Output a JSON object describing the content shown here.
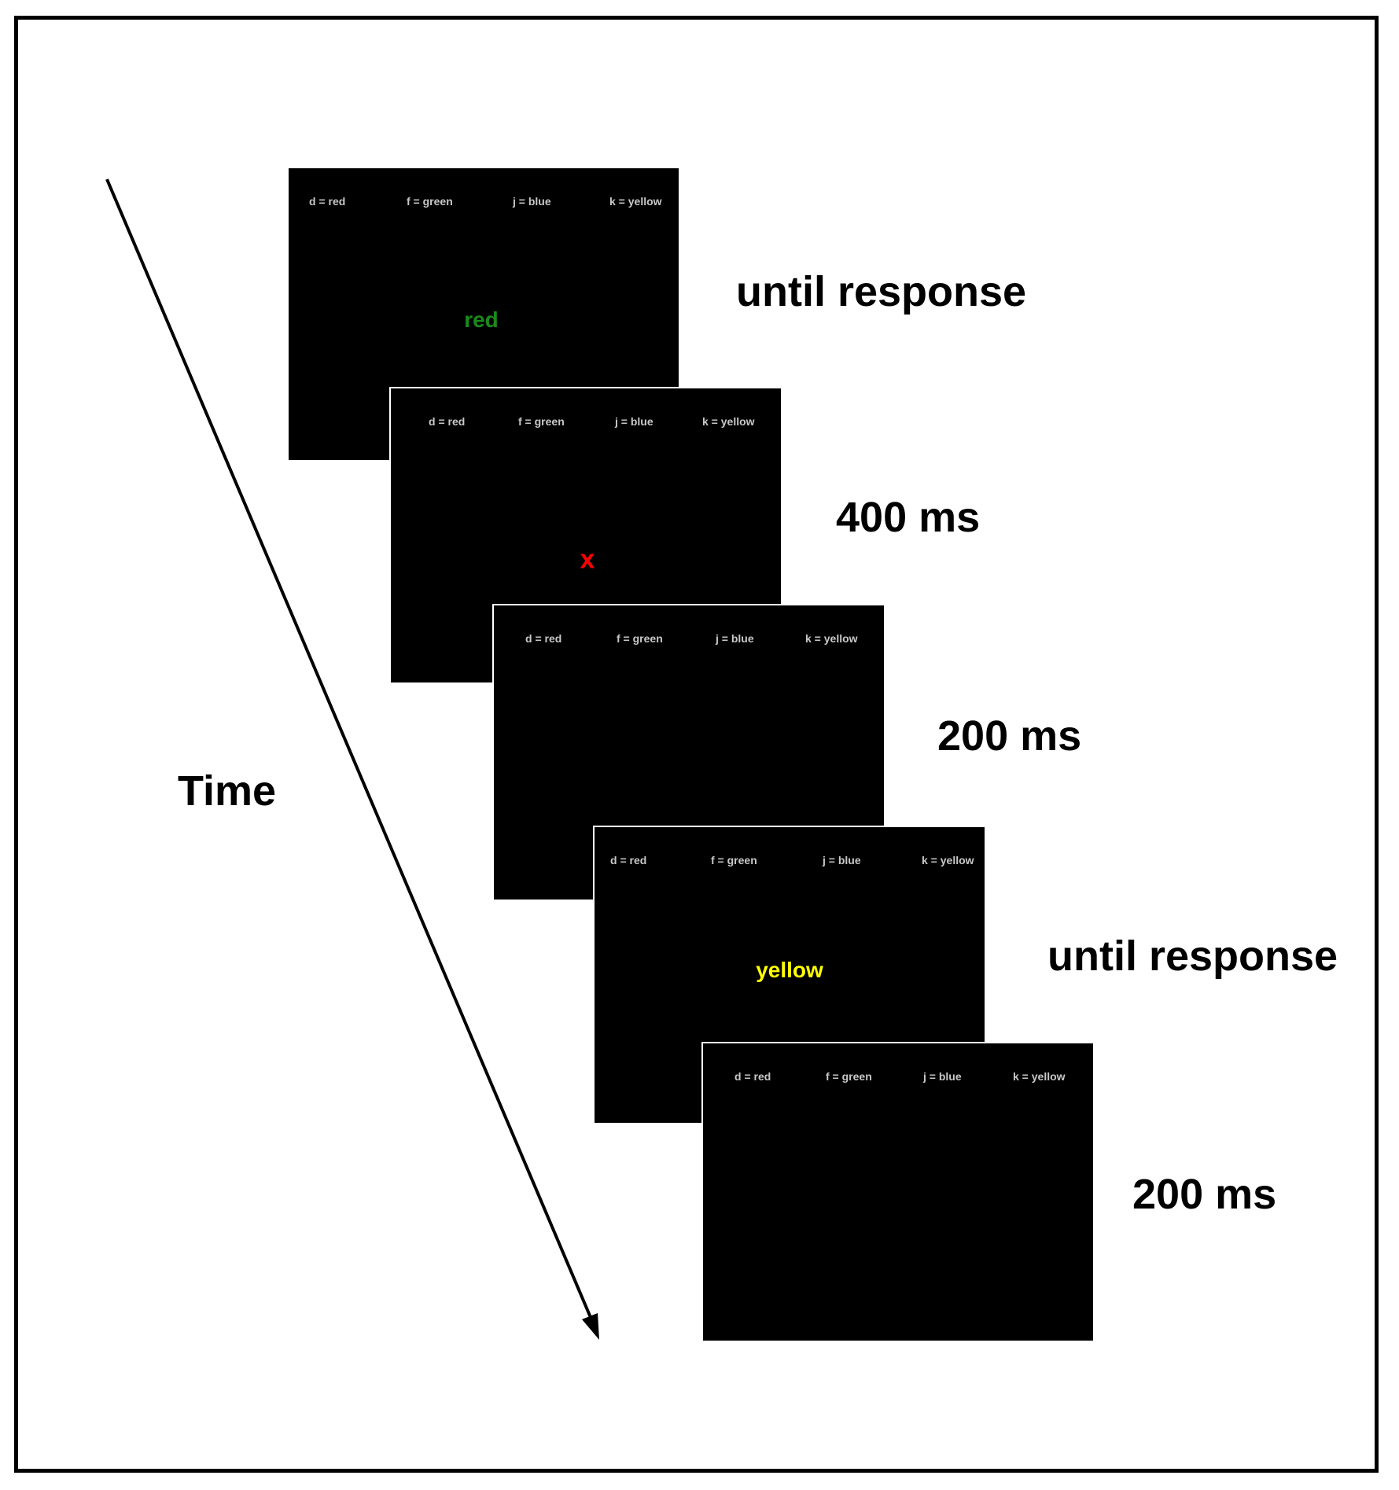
{
  "time_label": "Time",
  "colors": {
    "screen_bg": "#000000",
    "key_text": "#c8c8c8",
    "stim_green": "#1a8a1a",
    "stim_red": "#ff0000",
    "stim_yellow": "#ffff00"
  },
  "frames": [
    {
      "keys": [
        "d = red",
        "f = green",
        "j = blue",
        "k = yellow"
      ],
      "stimulus": "red",
      "stimulus_color": "#1a8a1a",
      "duration": "until response"
    },
    {
      "keys": [
        "d = red",
        "f = green",
        "j = blue",
        "k = yellow"
      ],
      "stimulus": "x",
      "stimulus_color": "#ff0000",
      "duration": "400 ms"
    },
    {
      "keys": [
        "d = red",
        "f = green",
        "j = blue",
        "k = yellow"
      ],
      "stimulus": "",
      "stimulus_color": "",
      "duration": "200 ms"
    },
    {
      "keys": [
        "d = red",
        "f = green",
        "j = blue",
        "k = yellow"
      ],
      "stimulus": "yellow",
      "stimulus_color": "#ffff00",
      "duration": "until response"
    },
    {
      "keys": [
        "d = red",
        "f = green",
        "j = blue",
        "k = yellow"
      ],
      "stimulus": "",
      "stimulus_color": "",
      "duration": "200 ms"
    }
  ]
}
